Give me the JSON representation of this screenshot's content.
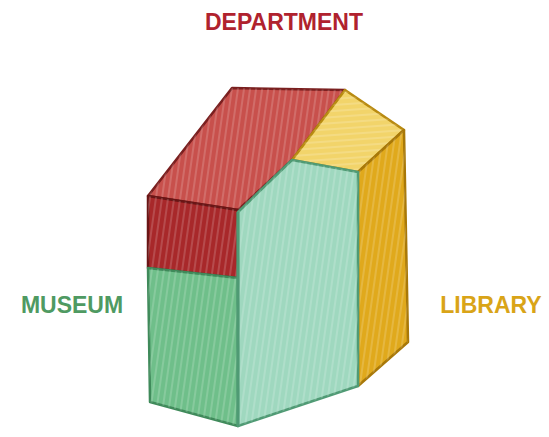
{
  "diagram": {
    "labels": [
      "DEPARTMENT",
      "MUSEUM",
      "LIBRARY"
    ]
  }
}
